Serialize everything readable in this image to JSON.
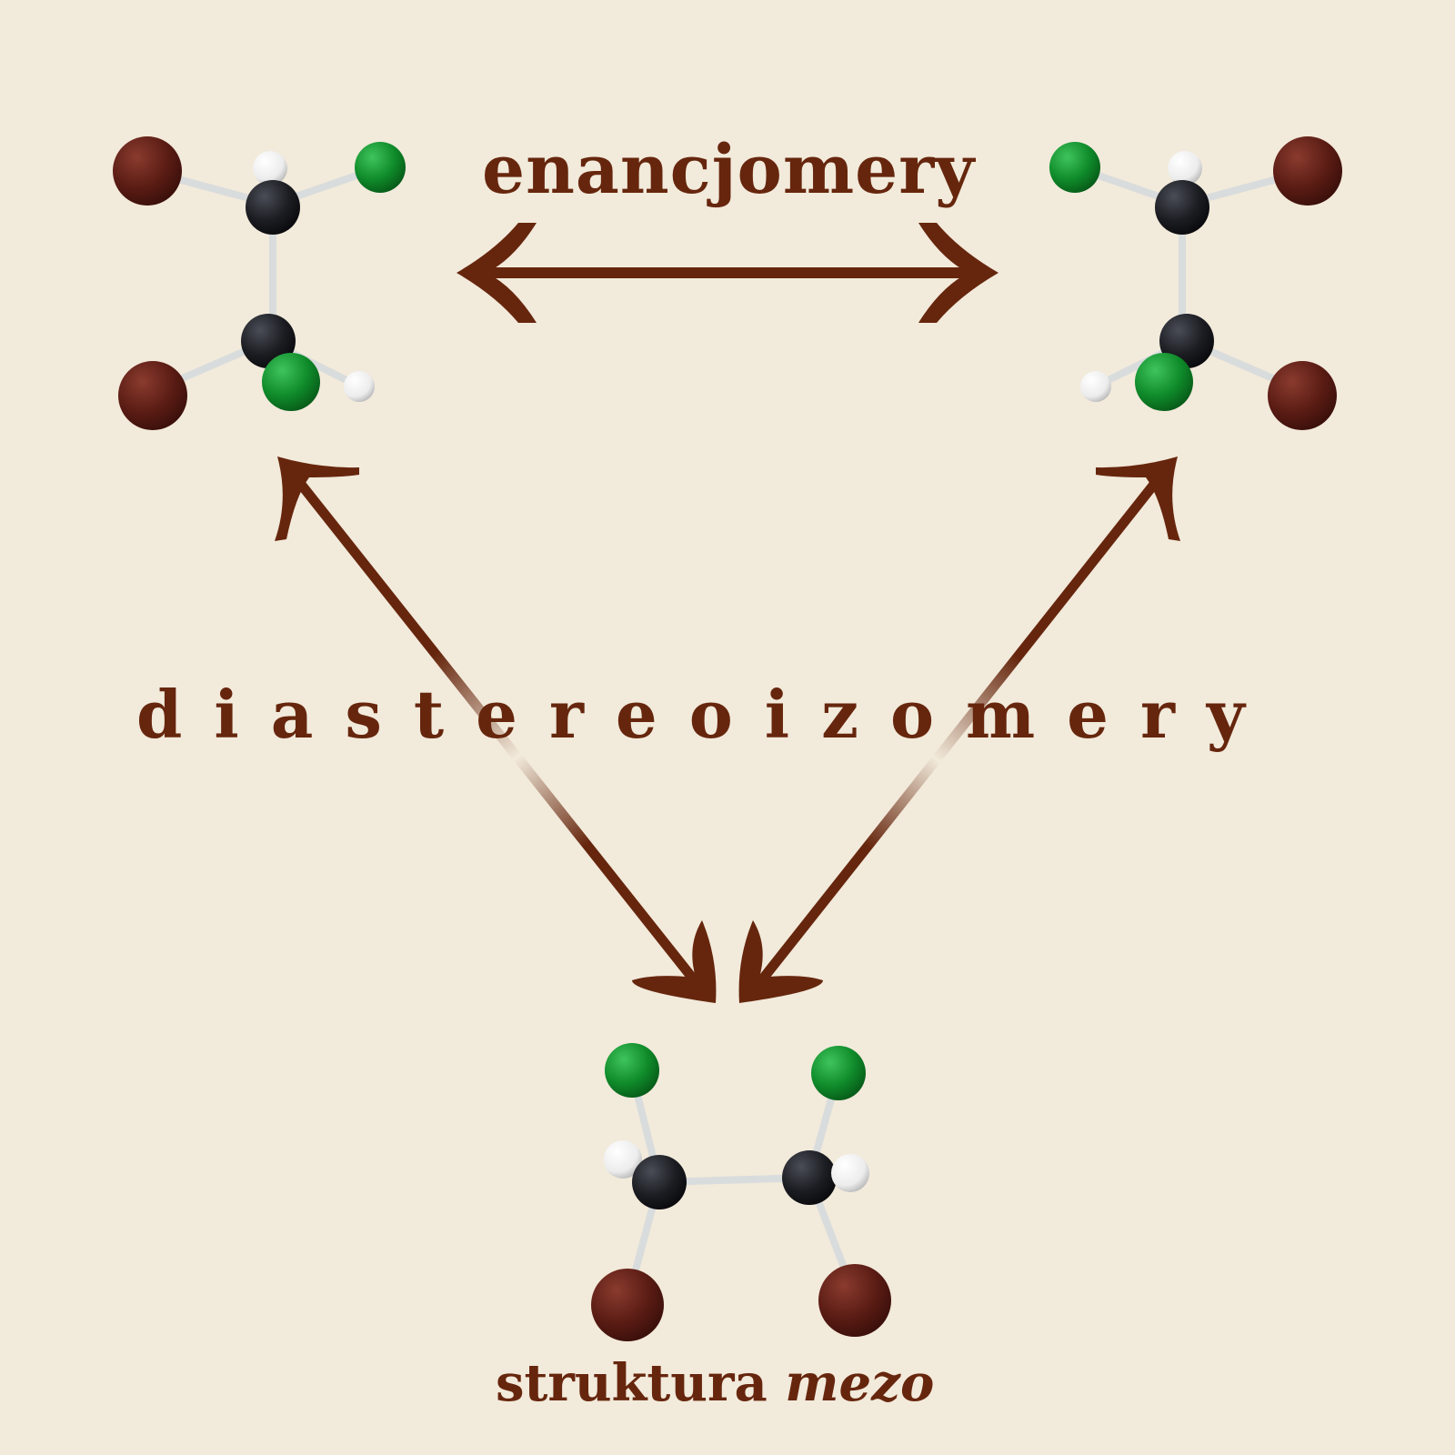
{
  "labels": {
    "enantiomers": "enancjomery",
    "diastereomers": "diastereoizomery",
    "meso_prefix": "struktura",
    "meso_italic": "mezo"
  },
  "colors": {
    "background": "#f2eadb",
    "arrow": "#66260d",
    "text": "#66260d",
    "carbon": "#1c1d22",
    "hydrogen": "#f4f4f4",
    "chlorine": "#0f8a2a",
    "bromine": "#5a1c14",
    "bond": "#d9dcdc"
  },
  "molecules": [
    {
      "name": "molecule-top-left",
      "atoms": [
        "C",
        "C",
        "H",
        "H",
        "Cl",
        "Cl",
        "Br",
        "Br"
      ]
    },
    {
      "name": "molecule-top-right",
      "atoms": [
        "C",
        "C",
        "H",
        "H",
        "Cl",
        "Cl",
        "Br",
        "Br"
      ]
    },
    {
      "name": "molecule-meso",
      "atoms": [
        "C",
        "C",
        "H",
        "H",
        "Cl",
        "Cl",
        "Br",
        "Br"
      ]
    }
  ]
}
